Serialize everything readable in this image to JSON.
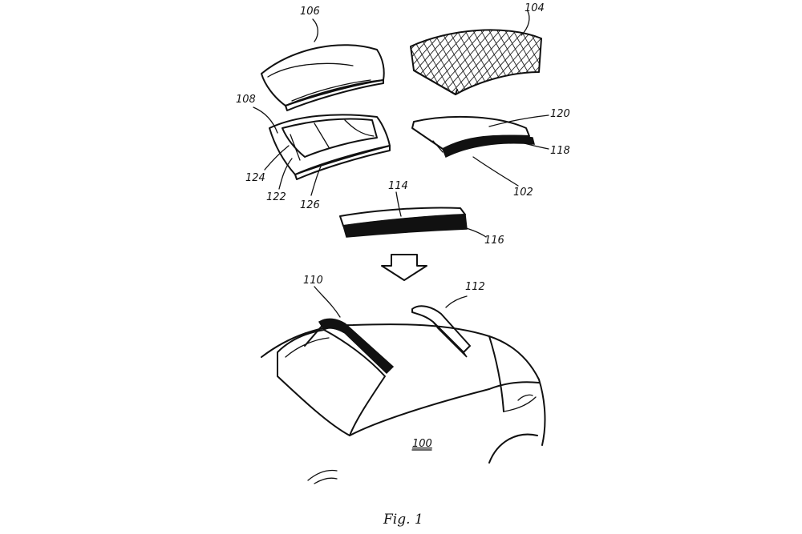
{
  "figure": {
    "caption": "Fig. 1",
    "labels": {
      "l106": "106",
      "l104": "104",
      "l108": "108",
      "l120": "120",
      "l118": "118",
      "l124": "124",
      "l122": "122",
      "l126": "126",
      "l102": "102",
      "l114": "114",
      "l116": "116",
      "l110": "110",
      "l112": "112",
      "l100": "100"
    }
  },
  "colors": {
    "ink": "#111111",
    "paper": "#ffffff"
  }
}
